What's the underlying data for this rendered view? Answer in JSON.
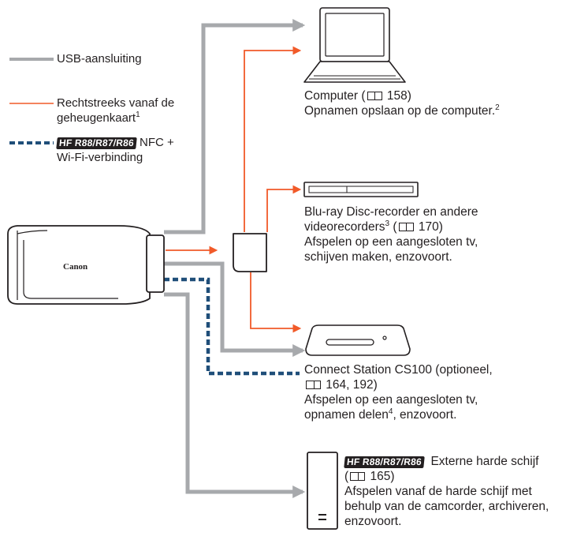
{
  "colors": {
    "usb": "#a7a9ac",
    "card": "#f15a29",
    "wifi": "#1f4e79",
    "text": "#231f20"
  },
  "legend": {
    "usb": "USB-aansluiting",
    "card_line1": "Rechtstreeks vanaf de",
    "card_line2": "geheugenkaart",
    "card_sup": "1",
    "wifi_badge": "HF R88/R87/R86",
    "wifi_line1": " NFC +",
    "wifi_line2": "Wi-Fi-verbinding"
  },
  "camcorder": {
    "brand": "Canon",
    "icon": "camcorder-icon"
  },
  "computer": {
    "icon": "laptop-icon",
    "title_prefix": "Computer (",
    "title_page": " 158)",
    "desc": "Opnamen opslaan op de computer.",
    "desc_sup": "2"
  },
  "bluray": {
    "icon": "disc-recorder-icon",
    "line1": "Blu-ray Disc-recorder en andere",
    "line2_a": "videorecorders",
    "line2_sup": "3",
    "line2_b": " (",
    "line2_page": " 170)",
    "line3": "Afspelen op een aangesloten tv,",
    "line4": "schijven maken, enzovoort."
  },
  "memory_card": {
    "icon": "memory-card-icon"
  },
  "connect_station": {
    "icon": "connect-station-icon",
    "line1": "Connect Station CS100 (optioneel,",
    "line2_page": " 164, 192)",
    "line3": "Afspelen op een aangesloten tv,",
    "line4_a": "opnamen delen",
    "line4_sup": "4",
    "line4_b": ", enzovoort."
  },
  "hard_disk": {
    "icon": "external-hard-disk-icon",
    "badge": "HF R88/R87/R86",
    "line1": "  Externe harde schijf",
    "line2_a": "(",
    "line2_page": " 165)",
    "line3": "Afspelen vanaf de harde schijf met",
    "line4": "behulp van de camcorder, archiveren,",
    "line5": "enzovoort."
  }
}
